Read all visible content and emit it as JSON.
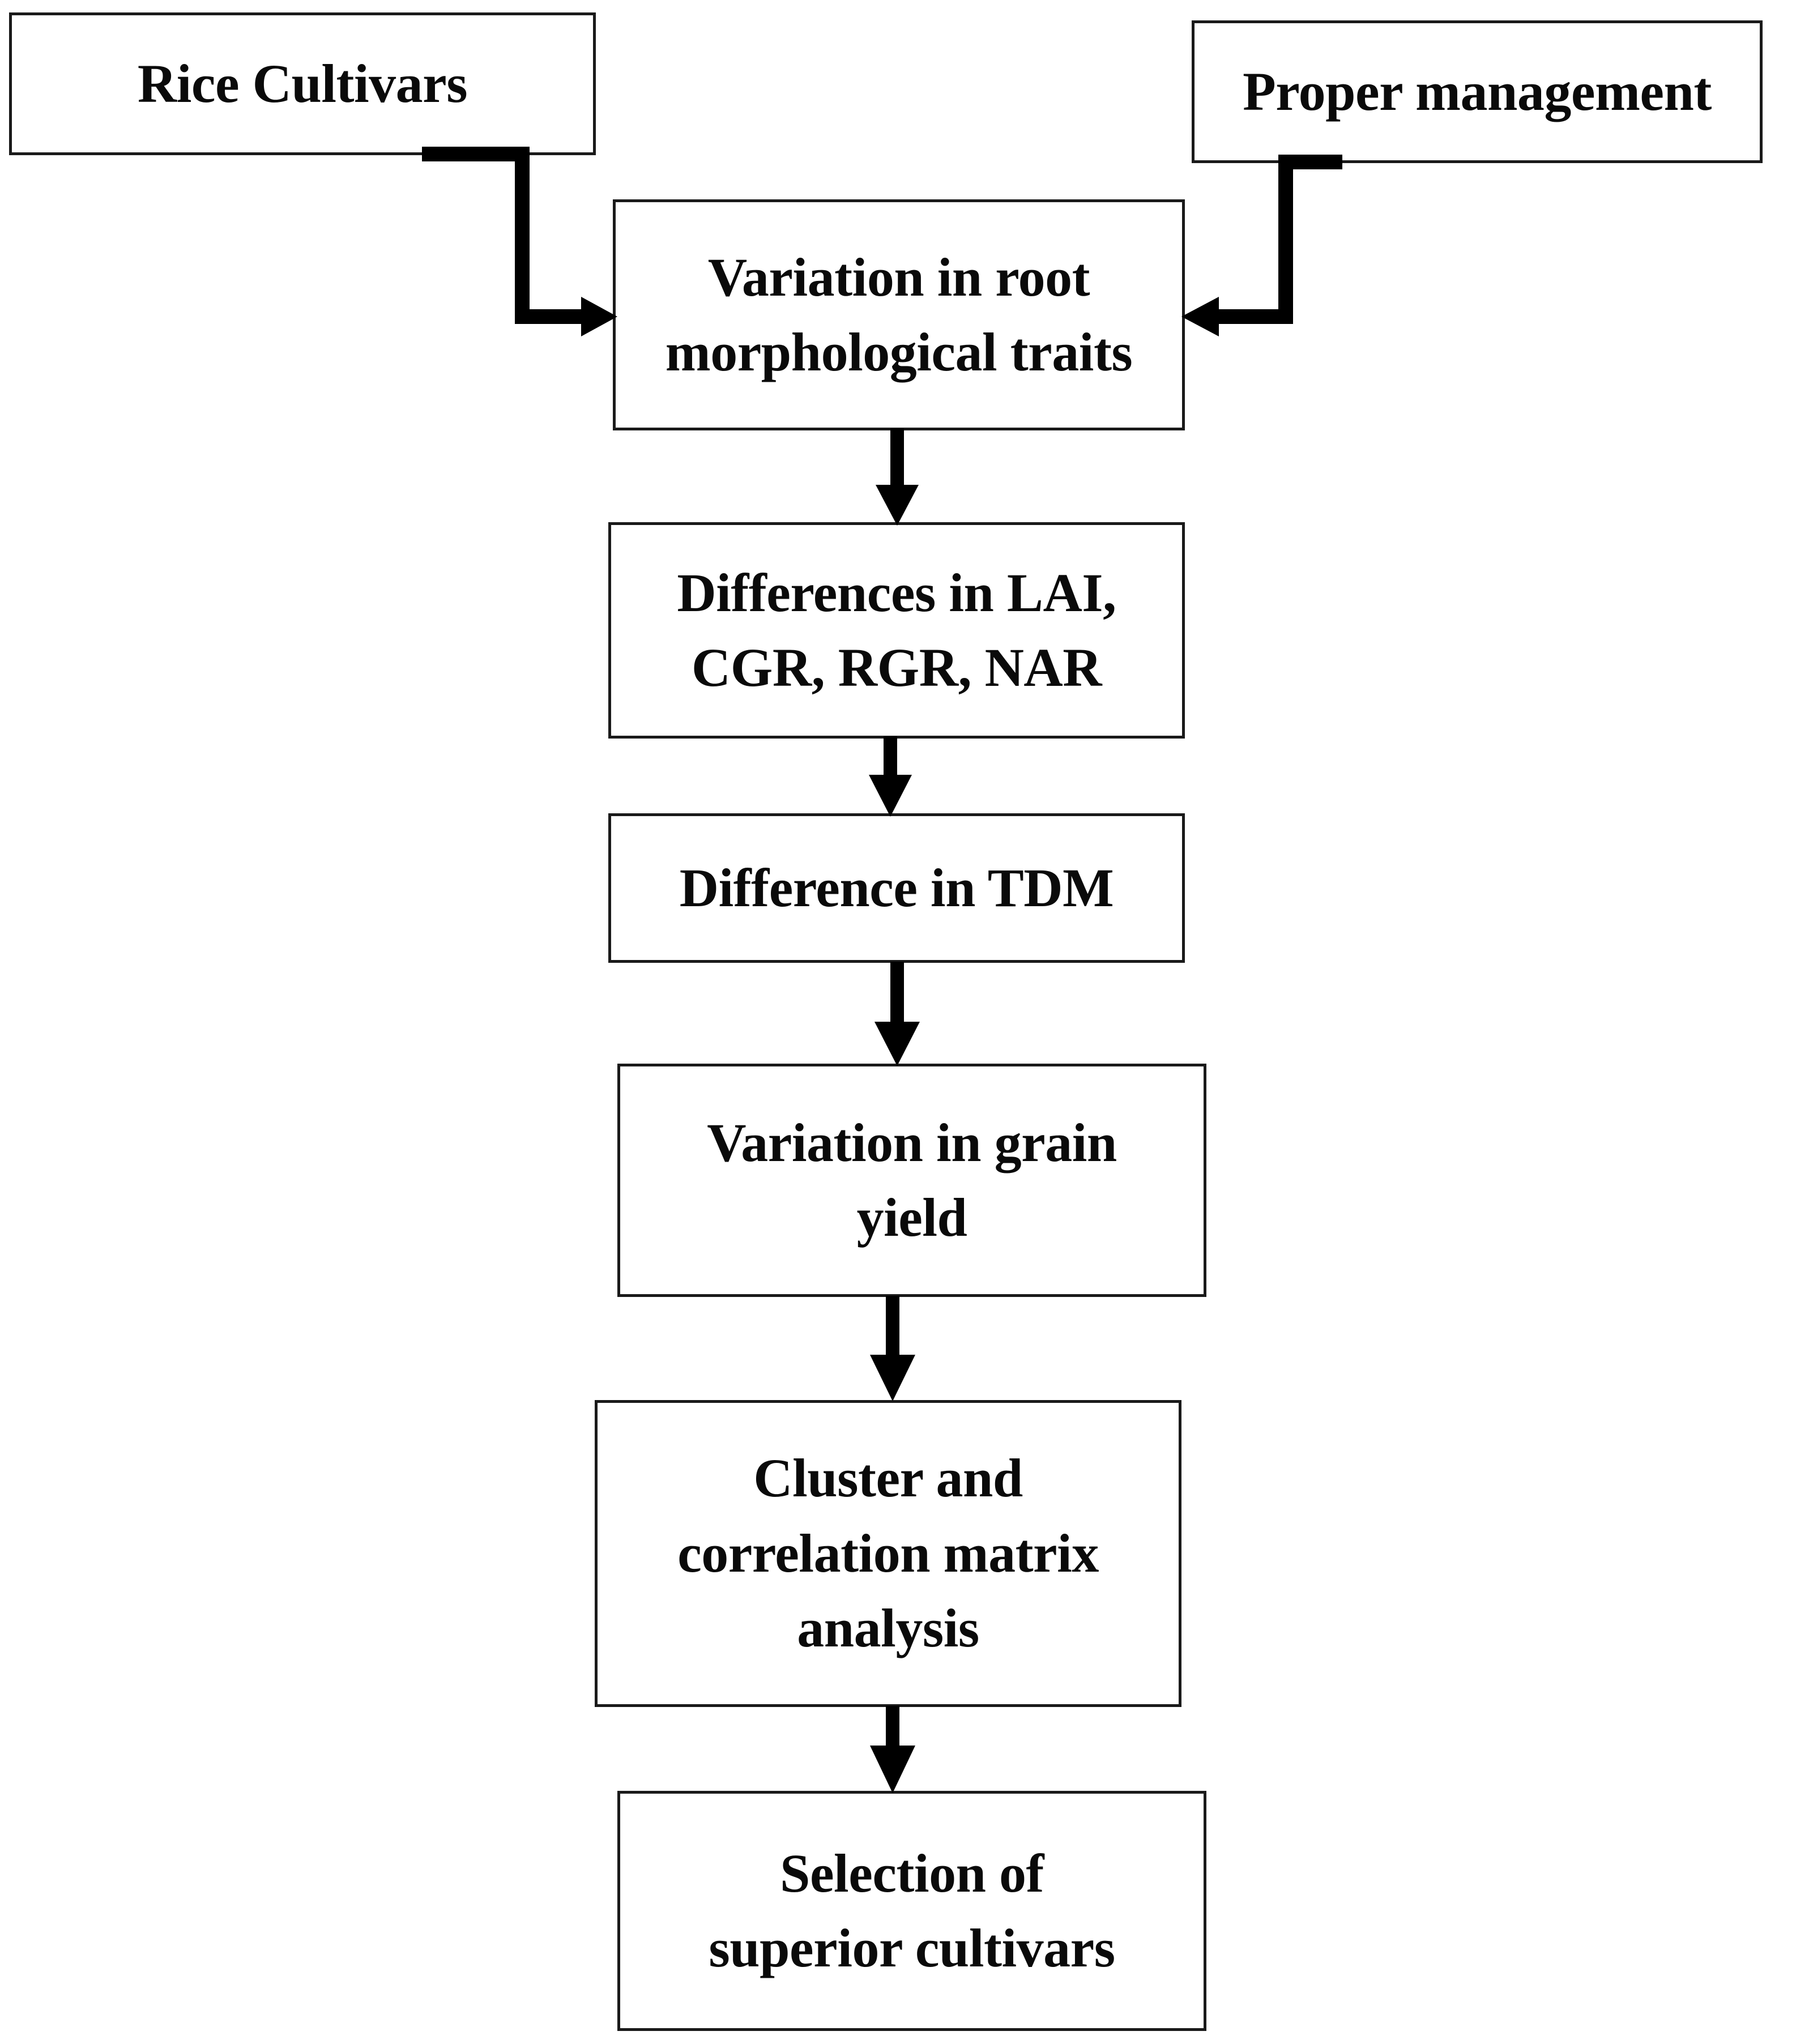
{
  "diagram": {
    "type": "flowchart",
    "orientation": "top-to-bottom",
    "background_color": "#ffffff",
    "box_border_color": "#1a1a1a",
    "text_color": "#0a0a0a",
    "connector_color": "#000000",
    "nodes": [
      {
        "id": "rice-cultivars",
        "label": "Rice Cultivars"
      },
      {
        "id": "proper-management",
        "label": "Proper management"
      },
      {
        "id": "root-traits",
        "label": "Variation in root\nmorphological traits"
      },
      {
        "id": "growth-indices",
        "label": "Differences in LAI,\nCGR, RGR, NAR"
      },
      {
        "id": "tdm",
        "label": "Difference in TDM"
      },
      {
        "id": "grain-yield",
        "label": "Variation in grain\nyield"
      },
      {
        "id": "cluster-analysis",
        "label": "Cluster and\ncorrelation matrix\nanalysis"
      },
      {
        "id": "selection",
        "label": "Selection of\nsuperior cultivars"
      }
    ],
    "edges": [
      {
        "from": "rice-cultivars",
        "to": "root-traits",
        "style": "elbow",
        "arrow": "right"
      },
      {
        "from": "proper-management",
        "to": "root-traits",
        "style": "elbow",
        "arrow": "left"
      },
      {
        "from": "root-traits",
        "to": "growth-indices",
        "style": "straight",
        "arrow": "down"
      },
      {
        "from": "growth-indices",
        "to": "tdm",
        "style": "straight",
        "arrow": "down"
      },
      {
        "from": "tdm",
        "to": "grain-yield",
        "style": "straight",
        "arrow": "down"
      },
      {
        "from": "grain-yield",
        "to": "cluster-analysis",
        "style": "straight",
        "arrow": "down"
      },
      {
        "from": "cluster-analysis",
        "to": "selection",
        "style": "straight",
        "arrow": "down"
      }
    ]
  }
}
